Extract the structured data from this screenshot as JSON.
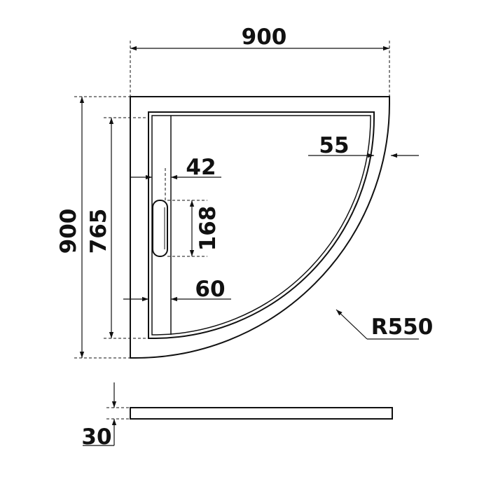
{
  "drawing": {
    "line_color": "#111111",
    "background": "#ffffff",
    "dimensions": {
      "overall_width": "900",
      "overall_depth": "900",
      "inner_depth": "765",
      "curve_radius": "R550",
      "rim_width": "55",
      "channel_width": "42",
      "waste_length": "168",
      "edge_offset": "60",
      "tray_height": "30"
    }
  }
}
